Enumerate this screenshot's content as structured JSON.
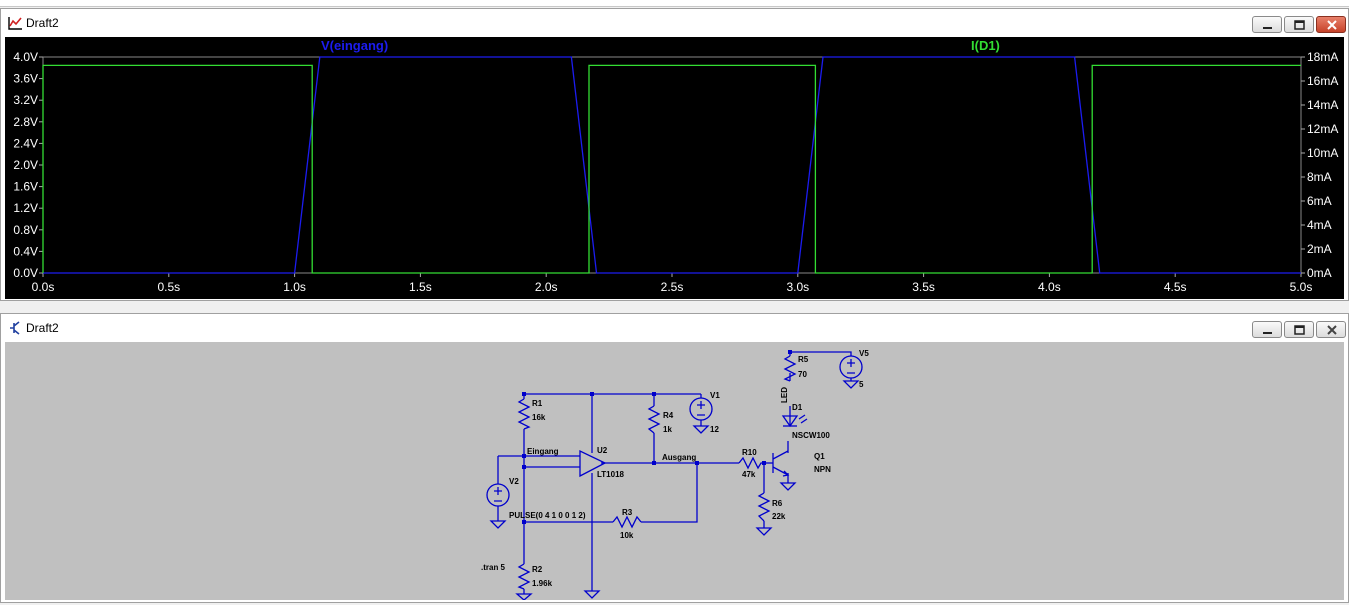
{
  "plot_window": {
    "title": "Draft2",
    "trace1_label": "V(eingang)",
    "trace2_label": "I(D1)",
    "trace1_color": "#1c1cf0",
    "trace2_color": "#33dd33"
  },
  "chart_data": {
    "type": "line",
    "xlabel": "",
    "ylabel": "",
    "xlim": [
      0,
      5
    ],
    "ylim_left": [
      0,
      4
    ],
    "ylim_right": [
      0,
      18
    ],
    "x_ticks": [
      "0.0s",
      "0.5s",
      "1.0s",
      "1.5s",
      "2.0s",
      "2.5s",
      "3.0s",
      "3.5s",
      "4.0s",
      "4.5s",
      "5.0s"
    ],
    "y_left_ticks": [
      "0.0V",
      "0.4V",
      "0.8V",
      "1.2V",
      "1.6V",
      "2.0V",
      "2.4V",
      "2.8V",
      "3.2V",
      "3.6V",
      "4.0V"
    ],
    "y_right_ticks": [
      "0mA",
      "2mA",
      "4mA",
      "6mA",
      "8mA",
      "10mA",
      "12mA",
      "14mA",
      "16mA",
      "18mA"
    ],
    "background": "#000000",
    "series": [
      {
        "name": "V(eingang)",
        "axis": "left",
        "color": "#1c1cf0",
        "x": [
          0,
          1.0,
          1.1,
          2.1,
          2.2,
          3.0,
          3.1,
          4.1,
          4.2,
          5.0
        ],
        "y": [
          0,
          0,
          4.0,
          4.0,
          0,
          0,
          4.0,
          4.0,
          0,
          0
        ]
      },
      {
        "name": "I(D1)",
        "axis": "right",
        "color": "#33dd33",
        "x": [
          0,
          0,
          1.07,
          1.07,
          2.17,
          2.17,
          3.07,
          3.07,
          4.17,
          4.17,
          5.0
        ],
        "y": [
          0,
          17.3,
          17.3,
          0,
          0,
          17.3,
          17.3,
          0,
          0,
          17.3,
          17.3
        ]
      }
    ]
  },
  "schematic_window": {
    "title": "Draft2",
    "labels": {
      "r1": "R1",
      "r1_val": "16k",
      "r2": "R2",
      "r2_val": "1.96k",
      "r3": "R3",
      "r3_val": "10k",
      "r4": "R4",
      "r4_val": "1k",
      "r5": "R5",
      "r5_val": "70",
      "r6": "R6",
      "r6_val": "22k",
      "r10": "R10",
      "r10_val": "47k",
      "u2": "U2",
      "u2_val": "LT1018",
      "v1": "V1",
      "v1_val": "12",
      "v2": "V2",
      "v2_val": "PULSE(0 4 1 0 0 1 2)",
      "v5": "V5",
      "v5_val": "5",
      "d1": "D1",
      "d1_val": "NSCW100",
      "d1_type": "LED",
      "q1": "Q1",
      "q1_val": "NPN",
      "net_in": "Eingang",
      "net_out": "Ausgang",
      "directive": ".tran 5"
    }
  }
}
